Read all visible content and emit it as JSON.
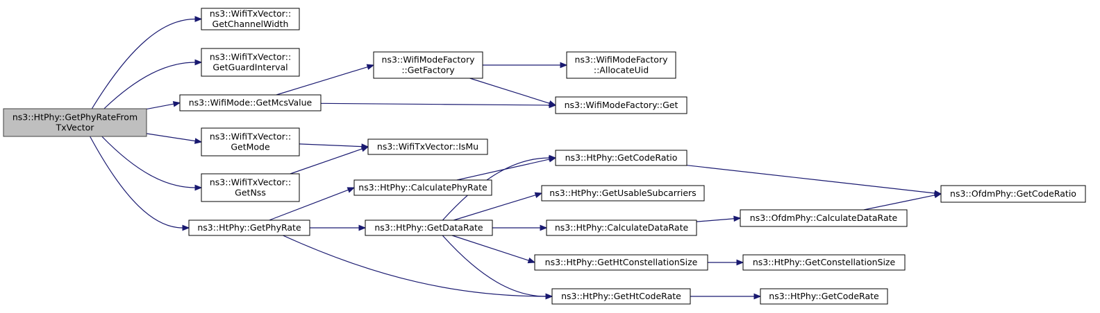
{
  "colors": {
    "edge": "#191970",
    "root_fill": "#bfbfbf",
    "node_fill": "#ffffff",
    "border": "#000000"
  },
  "nodes": [
    {
      "id": "root",
      "lines": [
        "ns3::HtPhy::GetPhyRateFrom",
        "TxVector"
      ],
      "highlighted": true
    },
    {
      "id": "txv_chw",
      "lines": [
        "ns3::WifiTxVector::",
        "GetChannelWidth"
      ]
    },
    {
      "id": "txv_gi",
      "lines": [
        "ns3::WifiTxVector::",
        "GetGuardInterval"
      ]
    },
    {
      "id": "mode_mcs",
      "lines": [
        "ns3::WifiMode::GetMcsValue"
      ]
    },
    {
      "id": "txv_mode",
      "lines": [
        "ns3::WifiTxVector::",
        "GetMode"
      ]
    },
    {
      "id": "txv_nss",
      "lines": [
        "ns3::WifiTxVector::",
        "GetNss"
      ]
    },
    {
      "id": "ht_phyrate",
      "lines": [
        "ns3::HtPhy::GetPhyRate"
      ]
    },
    {
      "id": "mf_factory",
      "lines": [
        "ns3::WifiModeFactory",
        "::GetFactory"
      ]
    },
    {
      "id": "txv_ismu",
      "lines": [
        "ns3::WifiTxVector::IsMu"
      ]
    },
    {
      "id": "ht_calcphy",
      "lines": [
        "ns3::HtPhy::CalculatePhyRate"
      ]
    },
    {
      "id": "ht_datarate",
      "lines": [
        "ns3::HtPhy::GetDataRate"
      ]
    },
    {
      "id": "mf_alloc",
      "lines": [
        "ns3::WifiModeFactory",
        "::AllocateUid"
      ]
    },
    {
      "id": "mf_get",
      "lines": [
        "ns3::WifiModeFactory::Get"
      ]
    },
    {
      "id": "ht_coderatio",
      "lines": [
        "ns3::HtPhy::GetCodeRatio"
      ]
    },
    {
      "id": "ht_usable",
      "lines": [
        "ns3::HtPhy::GetUsableSubcarriers"
      ]
    },
    {
      "id": "ht_calcdata",
      "lines": [
        "ns3::HtPhy::CalculateDataRate"
      ]
    },
    {
      "id": "ht_htconst",
      "lines": [
        "ns3::HtPhy::GetHtConstellationSize"
      ]
    },
    {
      "id": "ht_htcode",
      "lines": [
        "ns3::HtPhy::GetHtCodeRate"
      ]
    },
    {
      "id": "ofdm_coderatio",
      "lines": [
        "ns3::OfdmPhy::GetCodeRatio"
      ]
    },
    {
      "id": "ofdm_calcdata",
      "lines": [
        "ns3::OfdmPhy::CalculateDataRate"
      ]
    },
    {
      "id": "ht_const",
      "lines": [
        "ns3::HtPhy::GetConstellationSize"
      ]
    },
    {
      "id": "ht_code",
      "lines": [
        "ns3::HtPhy::GetCodeRate"
      ]
    }
  ],
  "edges": [
    [
      "root",
      "txv_chw"
    ],
    [
      "root",
      "txv_gi"
    ],
    [
      "root",
      "mode_mcs"
    ],
    [
      "root",
      "txv_mode"
    ],
    [
      "root",
      "txv_nss"
    ],
    [
      "root",
      "ht_phyrate"
    ],
    [
      "mode_mcs",
      "mf_factory"
    ],
    [
      "mode_mcs",
      "mf_get"
    ],
    [
      "mf_factory",
      "mf_alloc"
    ],
    [
      "mf_factory",
      "mf_get"
    ],
    [
      "txv_mode",
      "txv_ismu"
    ],
    [
      "txv_nss",
      "txv_ismu"
    ],
    [
      "ht_phyrate",
      "ht_calcphy"
    ],
    [
      "ht_phyrate",
      "ht_datarate"
    ],
    [
      "ht_phyrate",
      "ht_htcode"
    ],
    [
      "ht_calcphy",
      "ht_coderatio"
    ],
    [
      "ht_datarate",
      "ht_coderatio"
    ],
    [
      "ht_datarate",
      "ht_usable"
    ],
    [
      "ht_datarate",
      "ht_calcdata"
    ],
    [
      "ht_datarate",
      "ht_htconst"
    ],
    [
      "ht_datarate",
      "ht_htcode"
    ],
    [
      "ht_coderatio",
      "ofdm_coderatio"
    ],
    [
      "ht_calcdata",
      "ofdm_calcdata"
    ],
    [
      "ofdm_calcdata",
      "ofdm_coderatio"
    ],
    [
      "ht_htconst",
      "ht_const"
    ],
    [
      "ht_htcode",
      "ht_code"
    ]
  ]
}
